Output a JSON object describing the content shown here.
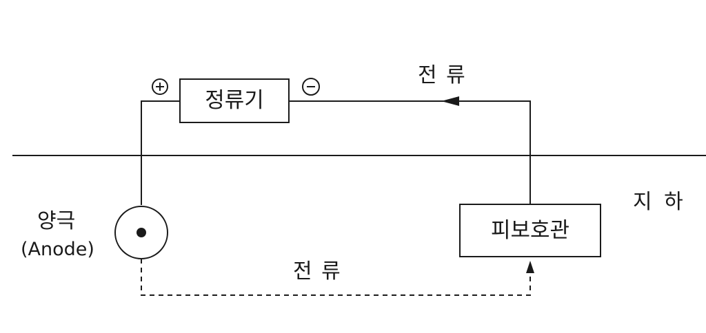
{
  "rectifier": {
    "label": "정류기"
  },
  "terminals": {
    "positive": "+",
    "negative": "−"
  },
  "current_labels": {
    "top": "전 류",
    "bottom": "전 류"
  },
  "underground_label": "지 하",
  "anode": {
    "korean": "양극",
    "english": "(Anode)"
  },
  "protected_pipe": {
    "label": "피보호관"
  },
  "colors": {
    "ink": "#1a1a1a",
    "background": "#ffffff"
  }
}
